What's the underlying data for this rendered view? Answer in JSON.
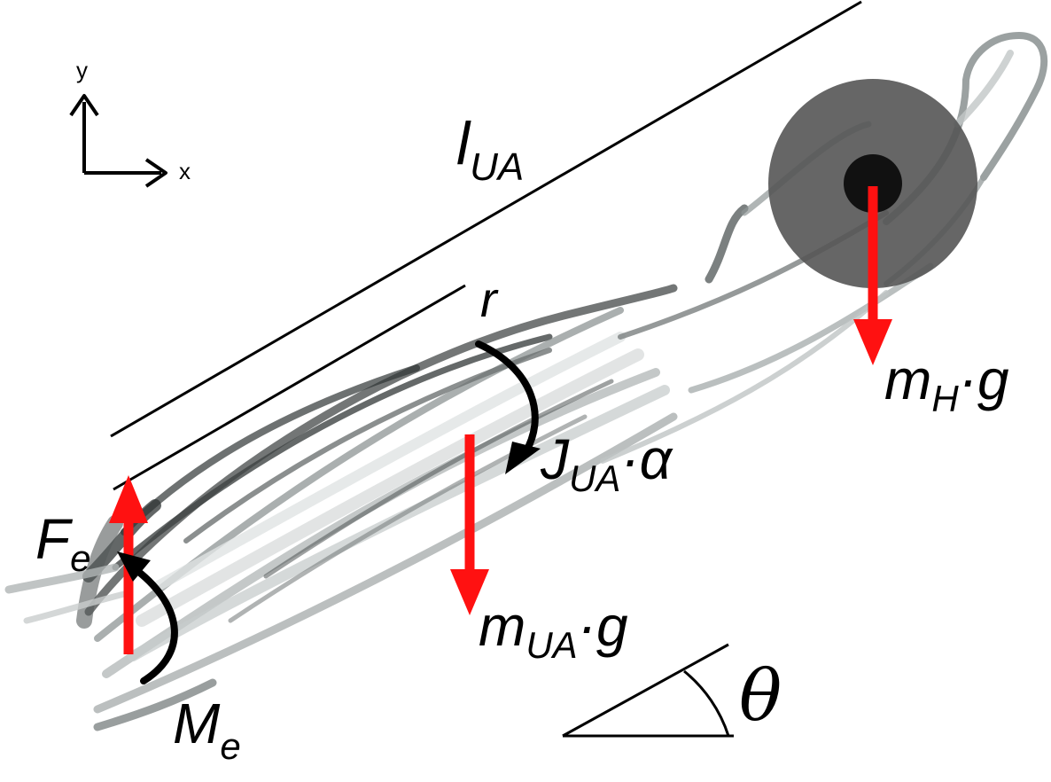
{
  "axes": {
    "y_label": "y",
    "x_label": "x"
  },
  "length_label": {
    "main": "l",
    "sub": "UA"
  },
  "radius_label": "r",
  "inertia_label": {
    "main": "J",
    "sub": "UA",
    "tail": "·α"
  },
  "upper_arm_weight": {
    "main": "m",
    "sub": "UA",
    "tail": "·g"
  },
  "hand_weight": {
    "main": "m",
    "sub": "H",
    "tail": "·g"
  },
  "elbow_force": {
    "main": "F",
    "sub": "e"
  },
  "elbow_moment": {
    "main": "M",
    "sub": "e"
  },
  "angle_label": "θ",
  "colors": {
    "force": "#ff1111",
    "moment": "#000000",
    "mass": "#555555",
    "mass_center": "#111111"
  }
}
